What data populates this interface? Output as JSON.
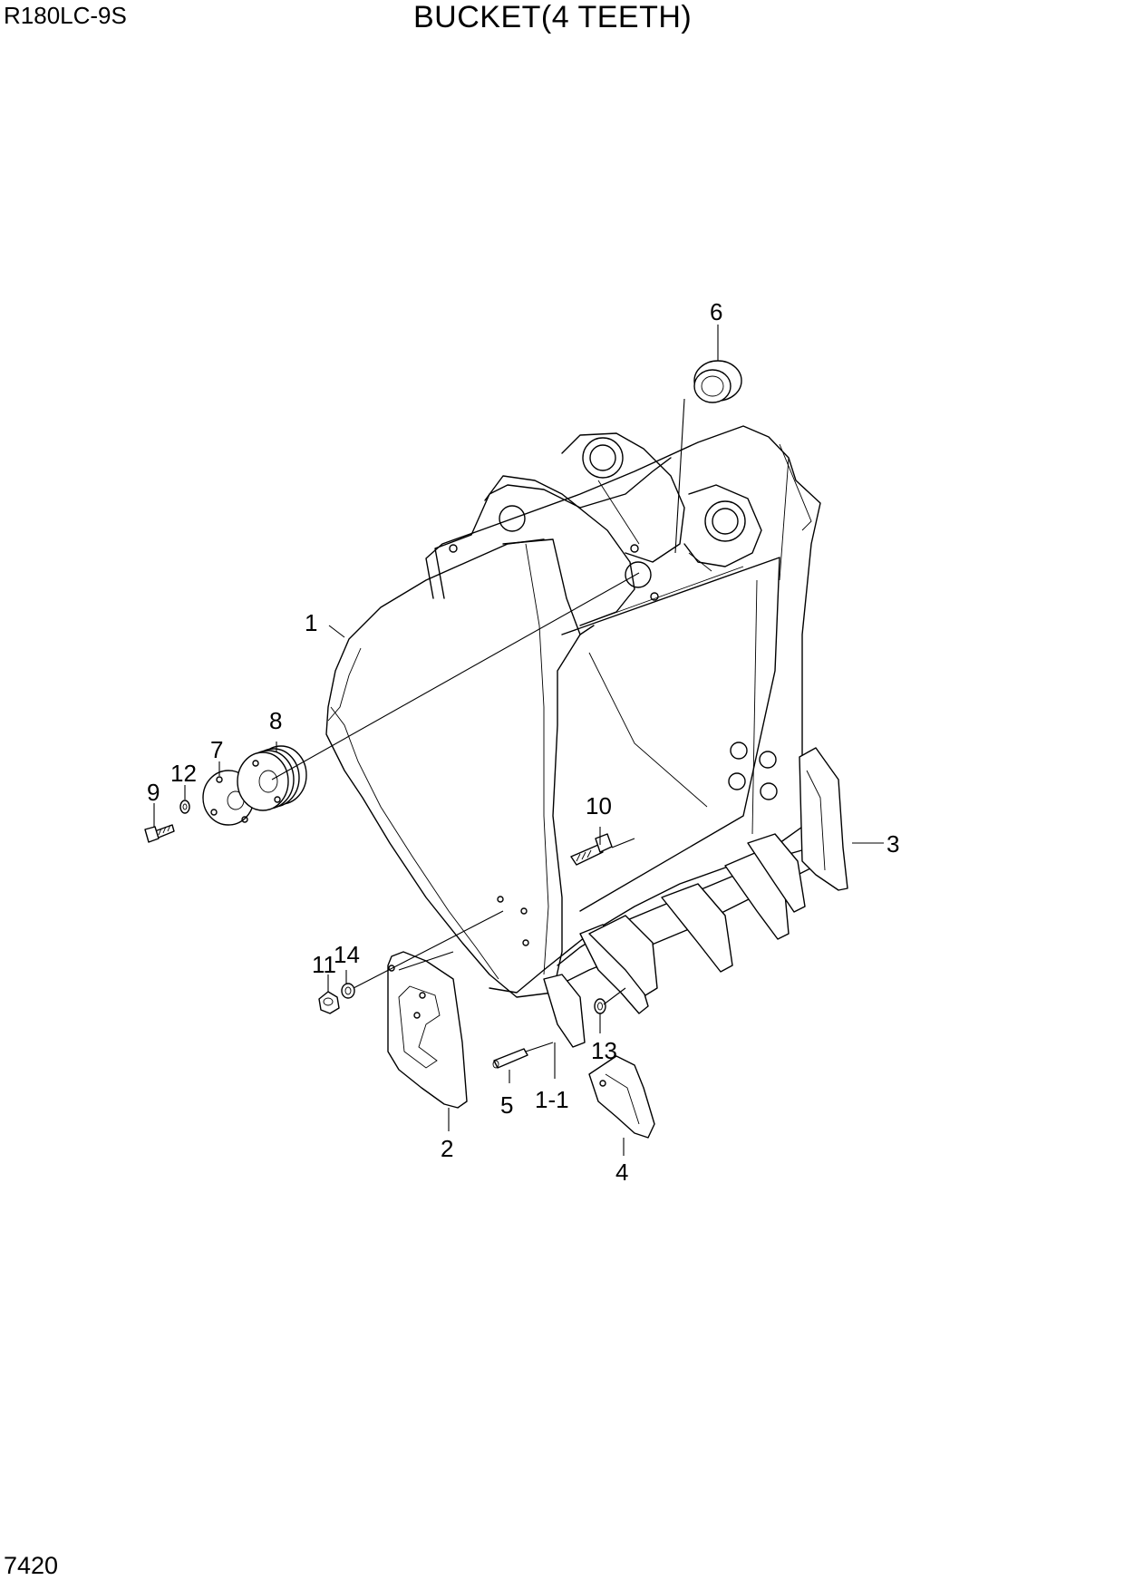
{
  "header": {
    "model": "R180LC-9S",
    "title": "BUCKET(4 TEETH)"
  },
  "footer": {
    "page_number": "7420"
  },
  "callouts": [
    {
      "id": "c-1",
      "label": "1"
    },
    {
      "id": "c-1-1",
      "label": "1-1"
    },
    {
      "id": "c-2",
      "label": "2"
    },
    {
      "id": "c-3",
      "label": "3"
    },
    {
      "id": "c-4",
      "label": "4"
    },
    {
      "id": "c-5",
      "label": "5"
    },
    {
      "id": "c-6",
      "label": "6"
    },
    {
      "id": "c-7",
      "label": "7"
    },
    {
      "id": "c-8",
      "label": "8"
    },
    {
      "id": "c-9",
      "label": "9"
    },
    {
      "id": "c-10",
      "label": "10"
    },
    {
      "id": "c-11",
      "label": "11"
    },
    {
      "id": "c-12",
      "label": "12"
    },
    {
      "id": "c-13",
      "label": "13"
    },
    {
      "id": "c-14",
      "label": "14"
    }
  ]
}
